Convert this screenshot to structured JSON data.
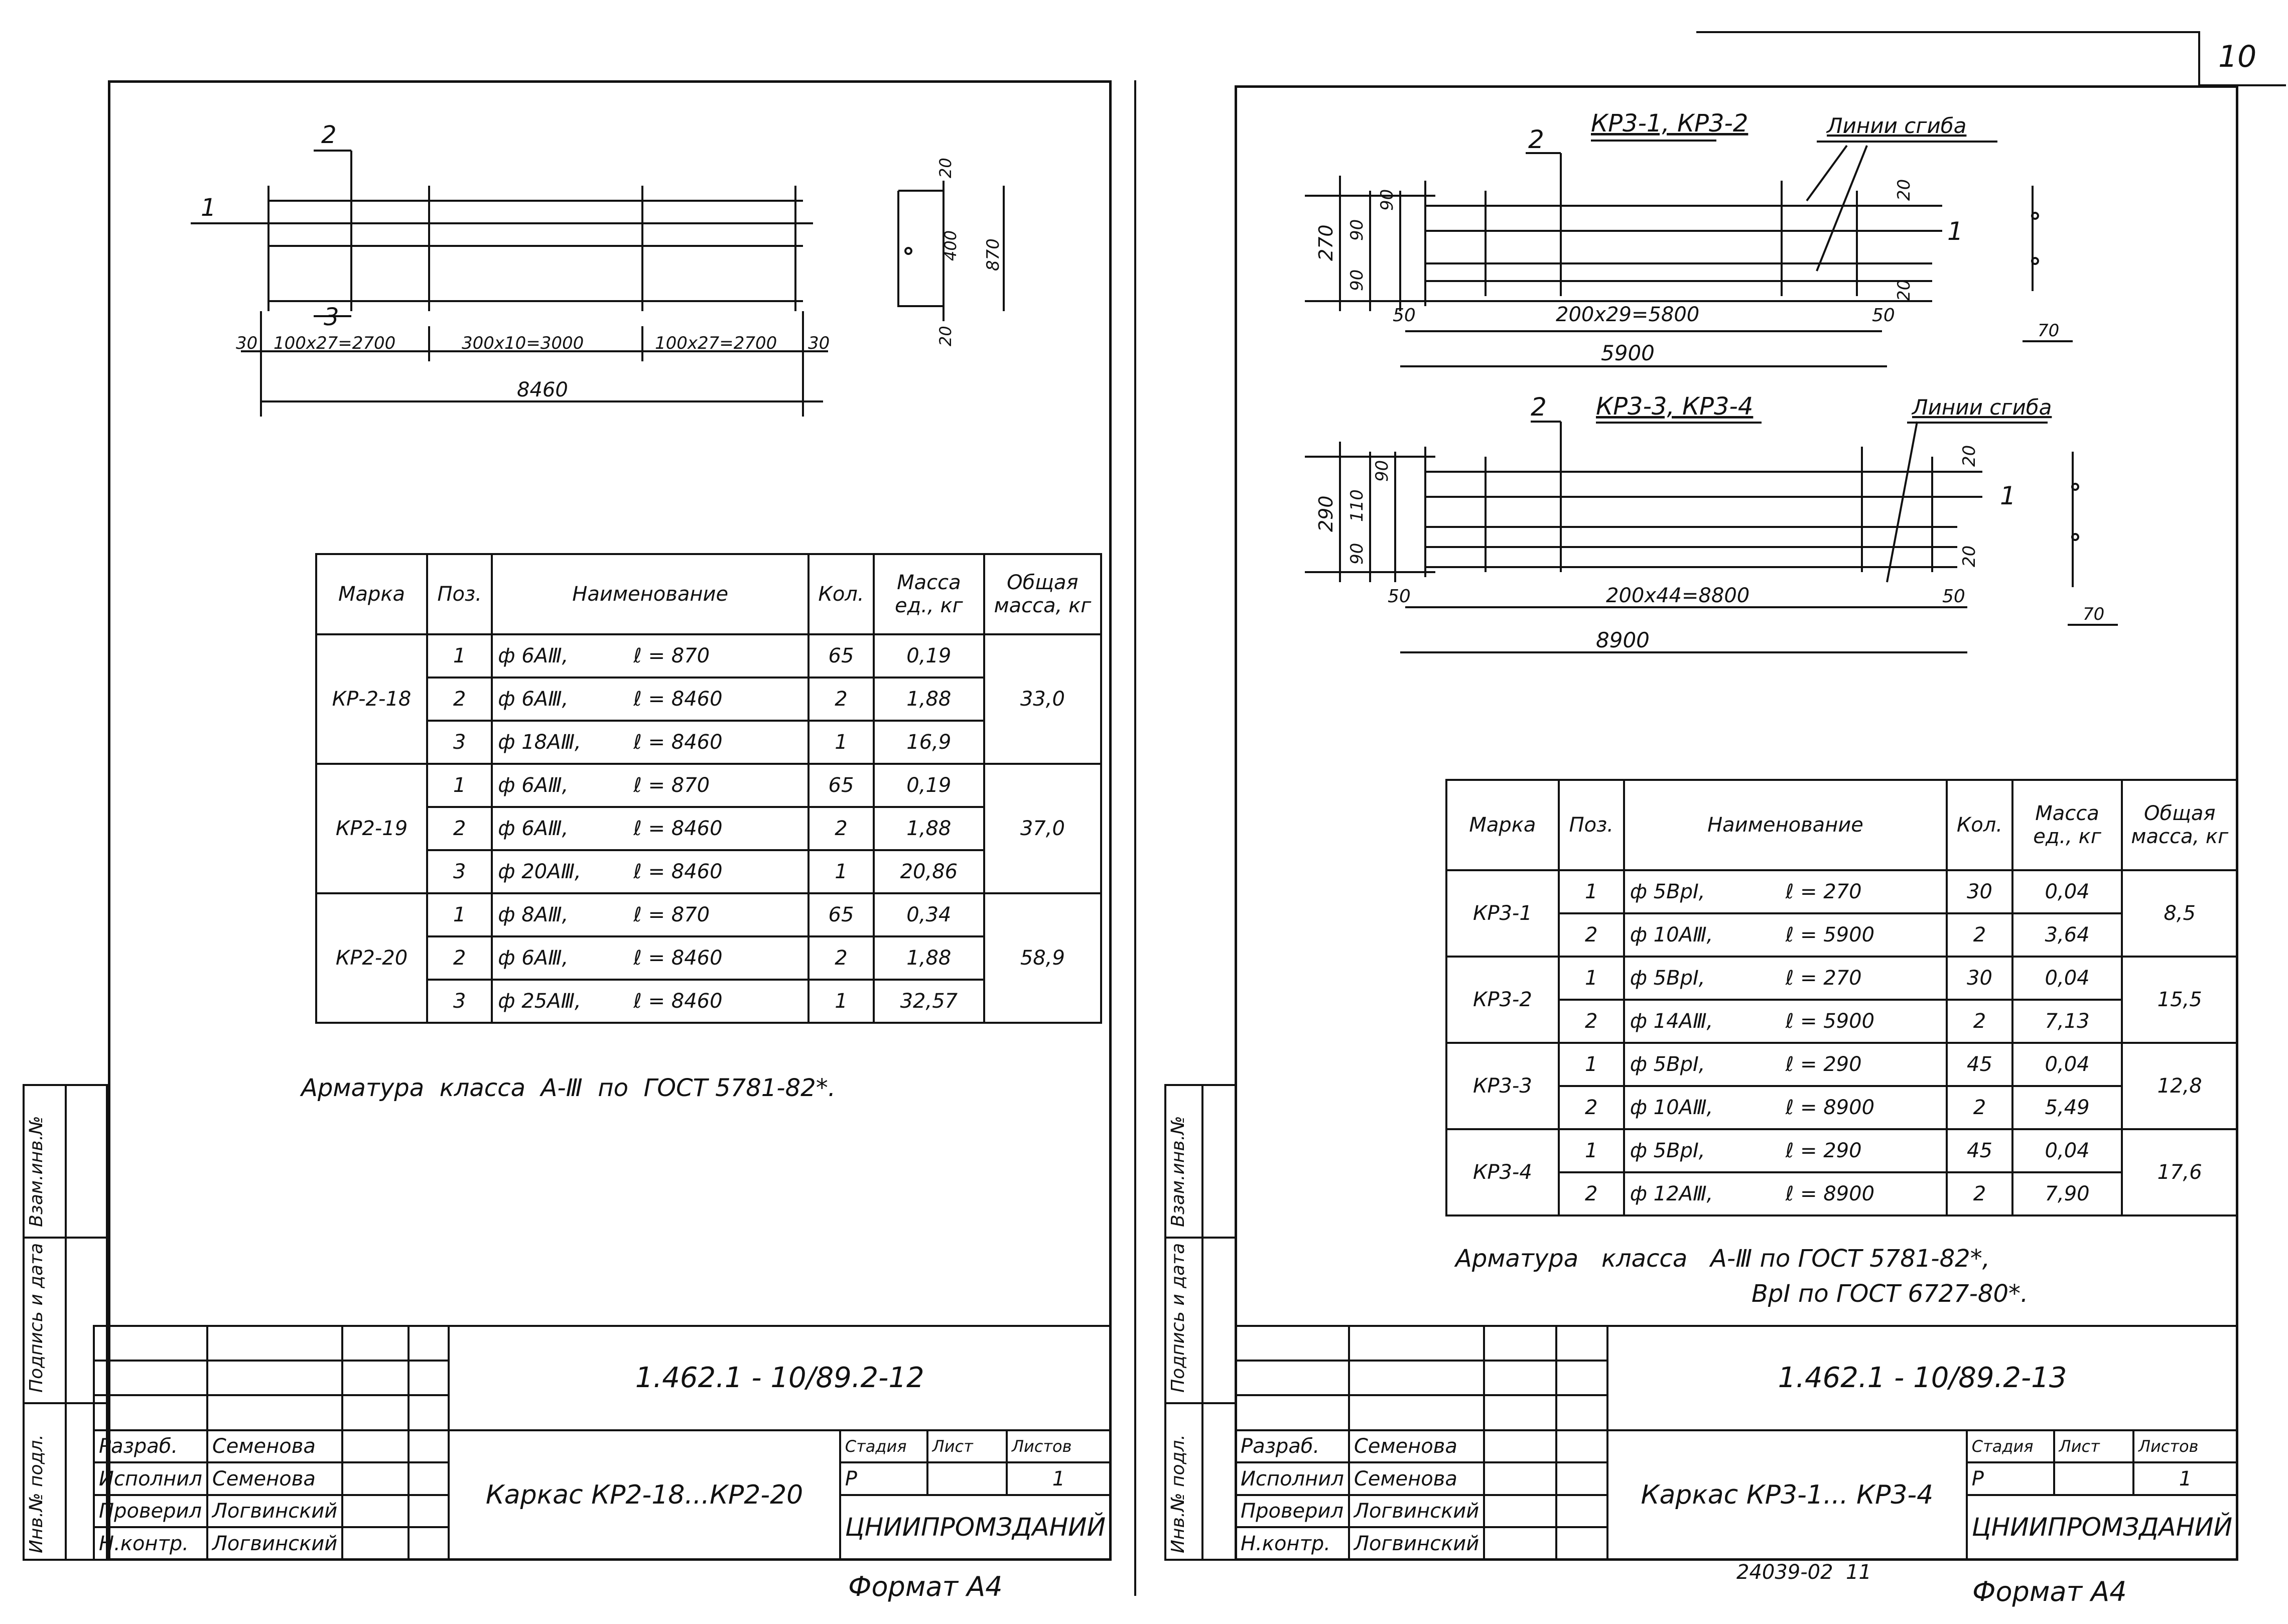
{
  "page_number": "10",
  "bottom_code": "24039-02  11",
  "left": {
    "drawing": {
      "callouts": [
        "1",
        "2",
        "3"
      ],
      "dims_bottom": [
        "30",
        "100x27=2700",
        "300x10=3000",
        "100x27=2700",
        "30"
      ],
      "total": "8460",
      "section_dims": [
        "20",
        "400",
        "870",
        "20"
      ]
    },
    "table": {
      "headers": [
        "Марка",
        "Поз.",
        "Наименование",
        "Кол.",
        "Масса ед., кг",
        "Общая масса, кг"
      ],
      "groups": [
        {
          "mark": "КР-2-18",
          "total": "33,0",
          "rows": [
            {
              "pos": "1",
              "dia": "ф 6АⅢ,",
              "len": "ℓ = 870",
              "qty": "65",
              "mass": "0,19"
            },
            {
              "pos": "2",
              "dia": "ф 6АⅢ,",
              "len": "ℓ = 8460",
              "qty": "2",
              "mass": "1,88"
            },
            {
              "pos": "3",
              "dia": "ф 18АⅢ,",
              "len": "ℓ = 8460",
              "qty": "1",
              "mass": "16,9"
            }
          ]
        },
        {
          "mark": "КР2-19",
          "total": "37,0",
          "rows": [
            {
              "pos": "1",
              "dia": "ф 6АⅢ,",
              "len": "ℓ = 870",
              "qty": "65",
              "mass": "0,19"
            },
            {
              "pos": "2",
              "dia": "ф 6АⅢ,",
              "len": "ℓ = 8460",
              "qty": "2",
              "mass": "1,88"
            },
            {
              "pos": "3",
              "dia": "ф 20АⅢ,",
              "len": "ℓ = 8460",
              "qty": "1",
              "mass": "20,86"
            }
          ]
        },
        {
          "mark": "КР2-20",
          "total": "58,9",
          "rows": [
            {
              "pos": "1",
              "dia": "ф 8АⅢ,",
              "len": "ℓ = 870",
              "qty": "65",
              "mass": "0,34"
            },
            {
              "pos": "2",
              "dia": "ф 6АⅢ,",
              "len": "ℓ = 8460",
              "qty": "2",
              "mass": "1,88"
            },
            {
              "pos": "3",
              "dia": "ф 25АⅢ,",
              "len": "ℓ = 8460",
              "qty": "1",
              "mass": "32,57"
            }
          ]
        }
      ]
    },
    "note": "Арматура  класса  А-Ⅲ  по  ГОСТ 5781-82*.",
    "side_labels": [
      "Инв.№ подл.",
      "Подпись и дата",
      "Взам.инв.№"
    ],
    "stamp": {
      "code": "1.462.1 - 10/89.2-12",
      "title": "Каркас КР2-18...КР2-20",
      "roles": [
        "Разраб.",
        "Исполнил",
        "Проверил",
        "Н.контр."
      ],
      "names": [
        "Семенова",
        "Семенова",
        "Логвинский",
        "Логвинский"
      ],
      "stage_h": "Стадия",
      "sheet_h": "Лист",
      "sheets_h": "Листов",
      "stage": "Р",
      "sheets": "1",
      "org": "ЦНИИПРОМЗДАНИЙ"
    },
    "format": "Формат А4"
  },
  "right": {
    "drawing1": {
      "title": "КР3-1, КР3-2",
      "fold_label": "Линии сгиба",
      "callouts": [
        "1",
        "2"
      ],
      "left_dims": [
        "270",
        "90",
        "90",
        "90"
      ],
      "right_dims": [
        "20",
        "20"
      ],
      "ends": [
        "50",
        "50"
      ],
      "span": "200x29=5800",
      "total": "5900",
      "section": "70"
    },
    "drawing2": {
      "title": "КР3-3, КР3-4",
      "fold_label": "Линии сгиба",
      "callouts": [
        "1",
        "2"
      ],
      "left_dims": [
        "290",
        "90",
        "110",
        "90"
      ],
      "right_dims": [
        "20",
        "20"
      ],
      "ends": [
        "50",
        "50"
      ],
      "span": "200x44=8800",
      "total": "8900",
      "section": "70"
    },
    "table": {
      "headers": [
        "Марка",
        "Поз.",
        "Наименование",
        "Кол.",
        "Масса ед., кг",
        "Общая масса, кг"
      ],
      "groups": [
        {
          "mark": "КР3-1",
          "total": "8,5",
          "rows": [
            {
              "pos": "1",
              "dia": "ф 5ВрⅠ,",
              "len": "ℓ = 270",
              "qty": "30",
              "mass": "0,04"
            },
            {
              "pos": "2",
              "dia": "ф 10АⅢ,",
              "len": "ℓ = 5900",
              "qty": "2",
              "mass": "3,64"
            }
          ]
        },
        {
          "mark": "КР3-2",
          "total": "15,5",
          "rows": [
            {
              "pos": "1",
              "dia": "ф 5ВрⅠ,",
              "len": "ℓ = 270",
              "qty": "30",
              "mass": "0,04"
            },
            {
              "pos": "2",
              "dia": "ф 14АⅢ,",
              "len": "ℓ = 5900",
              "qty": "2",
              "mass": "7,13"
            }
          ]
        },
        {
          "mark": "КР3-3",
          "total": "12,8",
          "rows": [
            {
              "pos": "1",
              "dia": "ф 5ВрⅠ,",
              "len": "ℓ = 290",
              "qty": "45",
              "mass": "0,04"
            },
            {
              "pos": "2",
              "dia": "ф 10АⅢ,",
              "len": "ℓ = 8900",
              "qty": "2",
              "mass": "5,49"
            }
          ]
        },
        {
          "mark": "КР3-4",
          "total": "17,6",
          "rows": [
            {
              "pos": "1",
              "dia": "ф 5ВрⅠ,",
              "len": "ℓ = 290",
              "qty": "45",
              "mass": "0,04"
            },
            {
              "pos": "2",
              "dia": "ф 12АⅢ,",
              "len": "ℓ = 8900",
              "qty": "2",
              "mass": "7,90"
            }
          ]
        }
      ]
    },
    "note1": "Арматура   класса   А-Ⅲ по ГОСТ 5781-82*,",
    "note2": "ВрⅠ по ГОСТ 6727-80*.",
    "side_labels": [
      "Инв.№ подл.",
      "Подпись и дата",
      "Взам.инв.№"
    ],
    "stamp": {
      "code": "1.462.1 - 10/89.2-13",
      "title": "Каркас КР3-1... КР3-4",
      "roles": [
        "Разраб.",
        "Исполнил",
        "Проверил",
        "Н.контр."
      ],
      "names": [
        "Семенова",
        "Семенова",
        "Логвинский",
        "Логвинский"
      ],
      "stage_h": "Стадия",
      "sheet_h": "Лист",
      "sheets_h": "Листов",
      "stage": "Р",
      "sheets": "1",
      "org": "ЦНИИПРОМЗДАНИЙ"
    },
    "format": "Формат А4"
  }
}
